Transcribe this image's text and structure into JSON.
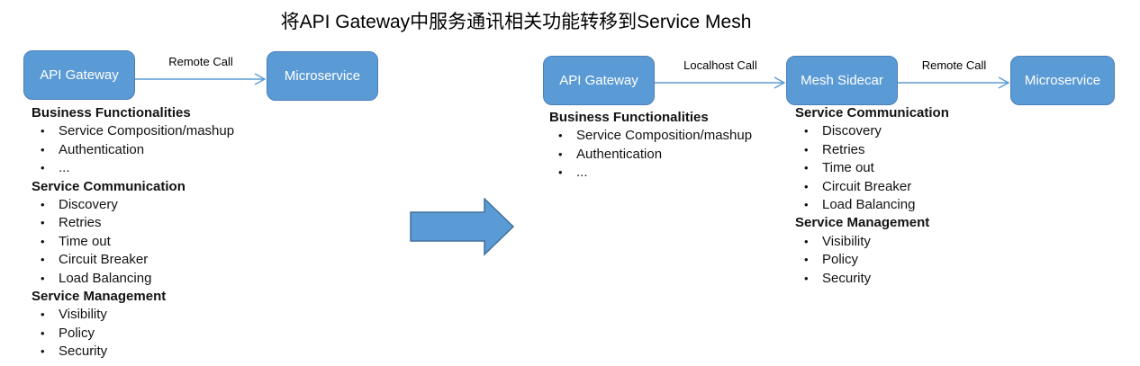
{
  "title": "将API Gateway中服务通讯相关功能转移到Service Mesh",
  "bullet_char": "•",
  "colors": {
    "background": "#FFFFFF",
    "node_fill": "#5B9BD5",
    "node_border": "#4A7EBB",
    "node_text": "#FFFFFF",
    "connector_line": "#5B9BD5",
    "big_arrow_fill": "#5B9BD5",
    "big_arrow_border": "#41719C",
    "body_text": "#121212"
  },
  "before": {
    "nodes": [
      {
        "label": "API Gateway"
      },
      {
        "label": "Microservice"
      }
    ],
    "connections": [
      {
        "label": "Remote Call"
      }
    ],
    "capabilities": {
      "sections": [
        {
          "heading": "Business Functionalities",
          "items": [
            "Service Composition/mashup",
            "Authentication",
            "..."
          ]
        },
        {
          "heading": "Service Communication",
          "items": [
            "Discovery",
            "Retries",
            "Time out",
            "Circuit Breaker",
            "Load Balancing"
          ]
        },
        {
          "heading": "Service Management",
          "items": [
            "Visibility",
            "Policy",
            "Security"
          ]
        }
      ]
    }
  },
  "after": {
    "nodes": [
      {
        "label": "API Gateway"
      },
      {
        "label": "Mesh Sidecar"
      },
      {
        "label": "Microservice"
      }
    ],
    "connections": [
      {
        "label": "Localhost Call"
      },
      {
        "label": "Remote Call"
      }
    ],
    "gateway_capabilities": {
      "sections": [
        {
          "heading": "Business Functionalities",
          "items": [
            "Service Composition/mashup",
            "Authentication",
            "..."
          ]
        }
      ]
    },
    "sidecar_capabilities": {
      "sections": [
        {
          "heading": "Service Communication",
          "items": [
            "Discovery",
            "Retries",
            "Time out",
            "Circuit Breaker",
            "Load Balancing"
          ]
        },
        {
          "heading": "Service Management",
          "items": [
            "Visibility",
            "Policy",
            "Security"
          ]
        }
      ]
    }
  }
}
